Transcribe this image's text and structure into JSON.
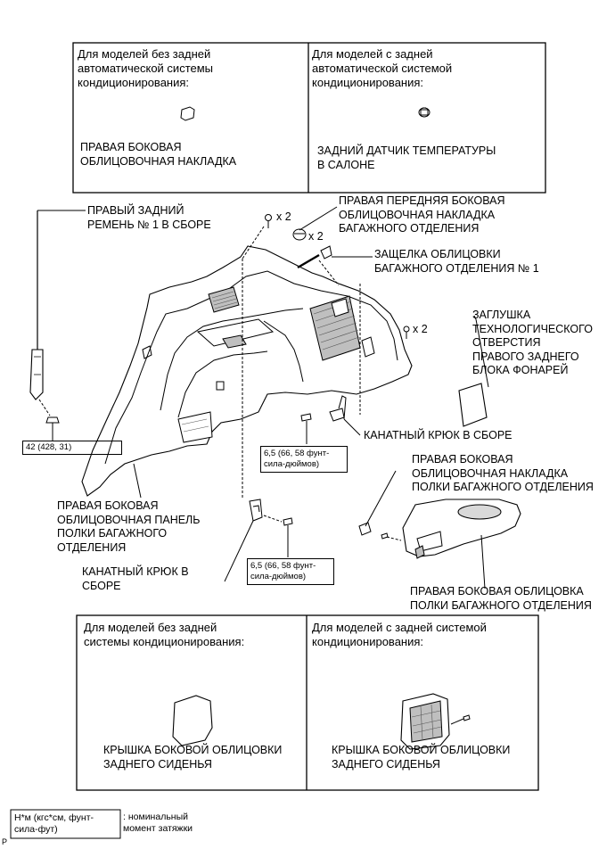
{
  "top_box": {
    "left_heading": "Для моделей без задней\nавтоматической системы\nкондиционирования:",
    "left_caption": "ПРАВАЯ БОКОВАЯ\nОБЛИЦОВОЧНАЯ НАКЛАДКА",
    "right_heading": "Для моделей с задней\nавтоматической системой\nкондиционирования:",
    "right_caption": "ЗАДНИЙ ДАТЧИК ТЕМПЕРАТУРЫ\nВ САЛОНЕ"
  },
  "callouts": {
    "belt": "ПРАВЫЙ ЗАДНИЙ\nРЕМЕНЬ № 1 В СБОРЕ",
    "x2_top": "x 2",
    "front_trim": "ПРАВАЯ ПЕРЕДНЯЯ БОКОВАЯ\nОБЛИЦОВОЧНАЯ НАКЛАДКА\nБАГАЖНОГО ОТДЕЛЕНИЯ",
    "x2_front": "x 2",
    "clip": "ЗАЩЕЛКА ОБЛИЦОВКИ\nБАГАЖНОГО ОТДЕЛЕНИЯ № 1",
    "x2_right": "x 2",
    "plug": "ЗАГЛУШКА\nТЕХНОЛОГИЧЕСКОГО\nОТВЕРСТИЯ\nПРАВОГО ЗАДНЕГО\nБЛОКА ФОНАРЕЙ",
    "torque_belt": "42 (428, 31)",
    "torque_hook_upper": "6,5 (66, 58 фунт-\nсила-дюймов)",
    "hook_upper": "КАНАТНЫЙ КРЮК В СБОРЕ",
    "panel": "ПРАВАЯ БОКОВАЯ\nОБЛИЦОВОЧНАЯ ПАНЕЛЬ\nПОЛКИ БАГАЖНОГО\nОТДЕЛЕНИЯ",
    "shelf_trim_cover": "ПРАВАЯ БОКОВАЯ\nОБЛИЦОВОЧНАЯ НАКЛАДКА\nПОЛКИ БАГАЖНОГО ОТДЕЛЕНИЯ",
    "hook_lower": "КАНАТНЫЙ КРЮК В\nСБОРЕ",
    "torque_hook_lower": "6,5 (66, 58 фунт-\nсила-дюймов)",
    "shelf_trim": "ПРАВАЯ БОКОВАЯ ОБЛИЦОВКА\nПОЛКИ БАГАЖНОГО ОТДЕЛЕНИЯ"
  },
  "bottom_box": {
    "left_heading": "Для моделей без задней\nсистемы кондиционирования:",
    "left_caption": "КРЫШКА БОКОВОЙ ОБЛИЦОВКИ\nЗАДНЕГО СИДЕНЬЯ",
    "right_heading": "Для моделей с задней системой\nкондиционирования:",
    "right_caption": "КРЫШКА БОКОВОЙ ОБЛИЦОВКИ\nЗАДНЕГО СИДЕНЬЯ"
  },
  "legend": {
    "unit": "Н*м (кгс*см, фунт-\nсила-фут)",
    "meaning": ": номинальный\nмомент затяжки",
    "corner_letter": "P"
  },
  "colors": {
    "line": "#000000",
    "part_fill": "#ffffff",
    "shade": "#bfbfbf",
    "dark": "#7a7a7a"
  }
}
